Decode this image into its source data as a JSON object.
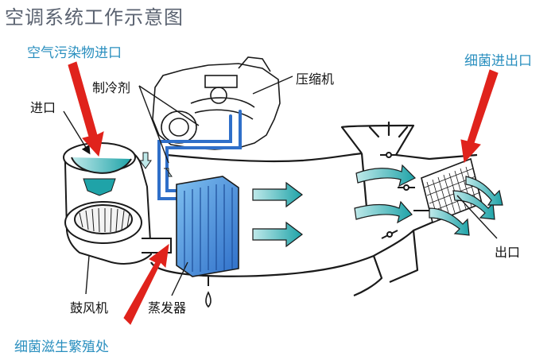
{
  "title": "空调系统工作示意图",
  "labels": {
    "air_inlet_pollution": "空气污染物进口",
    "inlet": "进口",
    "refrigerant": "制冷剂",
    "compressor": "压缩机",
    "blower": "鼓风机",
    "evaporator": "蒸发器",
    "bacteria_breeding": "细菌滋生繁殖处",
    "bacteria_in_out": "细菌进出口",
    "outlet": "出口"
  },
  "colors": {
    "annotation_red": "#e0231c",
    "airflow_teal": "#1fa3a8",
    "evaporator_blue": "#3e8fd6",
    "pipe_blue": "#2f6fc9",
    "label_blue": "#2a8fbf"
  }
}
